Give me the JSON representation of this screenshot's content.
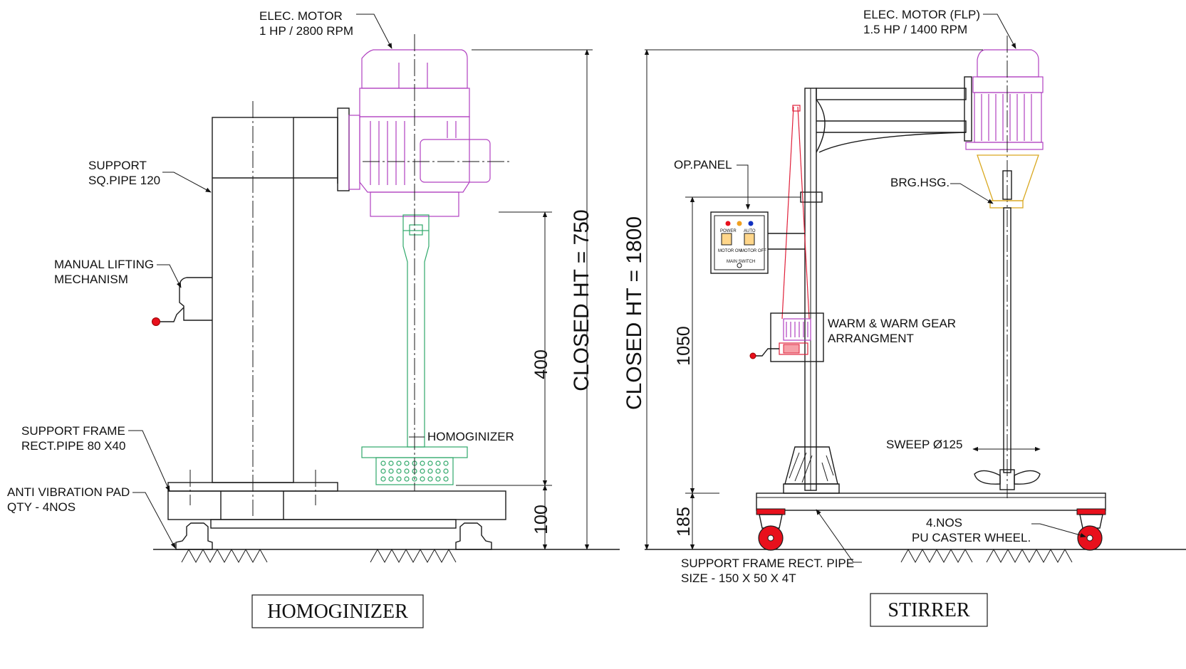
{
  "drawings": {
    "homogenizer": {
      "title": "HOMOGINIZER",
      "labels": {
        "motor_line1": "ELEC. MOTOR",
        "motor_line2": "1 HP / 2800 RPM",
        "support_line1": "SUPPORT",
        "support_line2": "SQ.PIPE 120",
        "lifting_line1": "MANUAL LIFTING",
        "lifting_line2": "MECHANISM",
        "frame_line1": "SUPPORT FRAME",
        "frame_line2": "RECT.PIPE 80 X40",
        "pad_line1": "ANTI VIBRATION PAD",
        "pad_line2": "QTY - 4NOS",
        "head": "HOMOGINIZER"
      },
      "dimensions": {
        "shaft": "400",
        "base": "100",
        "closed_height": "CLOSED HT = 750"
      }
    },
    "stirrer": {
      "title": "STIRRER",
      "labels": {
        "motor_line1": "ELEC. MOTOR (FLP)",
        "motor_line2": "1.5 HP / 1400 RPM",
        "panel": "OP.PANEL",
        "bearing": "BRG.HSG.",
        "gear_line1": "WARM & WARM GEAR",
        "gear_line2": "ARRANGMENT",
        "sweep": "SWEEP Ø125",
        "wheel_line1": "4.NOS",
        "wheel_line2": "PU CASTER WHEEL.",
        "frame_line1": "SUPPORT FRAME RECT. PIPE",
        "frame_line2": "SIZE - 150 X 50 X 4T"
      },
      "panel_text": {
        "left_tag": "POWER",
        "right_tag": "AUTO",
        "left_btn": "MOTOR ON",
        "right_btn": "MOTOR OFF",
        "bottom": "MAIN SWITCH"
      },
      "dimensions": {
        "column": "1050",
        "base": "185",
        "closed_height": "CLOSED HT = 1800"
      }
    }
  },
  "colors": {
    "motor": "#b040c0",
    "homogenizer_head": "#2fa86a",
    "bearing_housing": "#d9a820",
    "wheels": "#e8101c",
    "handle_knob": "#e8101c",
    "linework": "#1a1a1a"
  }
}
